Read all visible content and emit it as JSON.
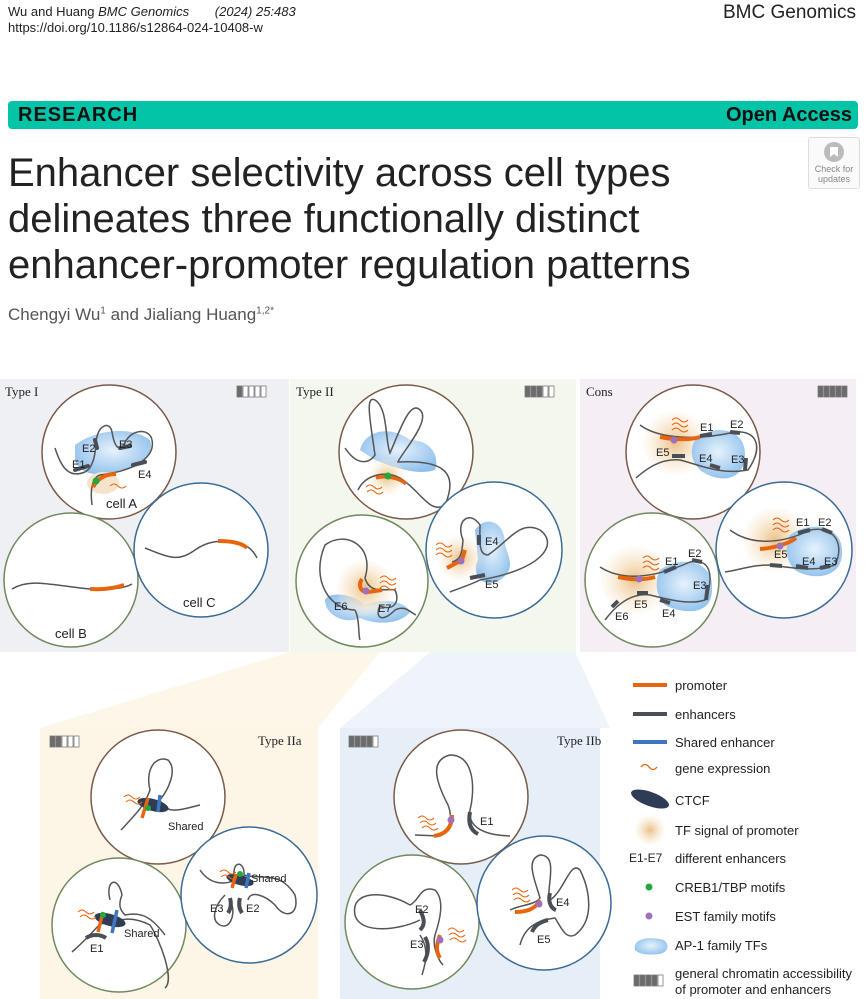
{
  "header": {
    "authors_short": "Wu and Huang",
    "journal": "BMC Genomics",
    "citation": "(2024) 25:483",
    "doi": "https://doi.org/10.1186/s12864-024-10408-w",
    "brand": "BMC Genomics"
  },
  "banner": {
    "section": "RESEARCH",
    "access": "Open Access"
  },
  "badge": {
    "line1": "Check for",
    "line2": "updates"
  },
  "title_lines": [
    "Enhancer selectivity across cell types",
    "delineates three functionally distinct",
    "enhancer-promoter regulation patterns"
  ],
  "authors": {
    "a1": "Chengyi Wu",
    "a1_sup": "1",
    "connector": "and",
    "a2": "Jialiang Huang",
    "a2_sup": "1,2*"
  },
  "figure": {
    "type1": {
      "title": "Type I",
      "accessibility_filled": 1,
      "accessibility_total": 5,
      "cells": [
        "cell A",
        "cell B",
        "cell C"
      ],
      "enhancers": [
        "E1",
        "E2",
        "E3",
        "E4"
      ]
    },
    "type2": {
      "title": "Type II",
      "accessibility_filled": 3,
      "accessibility_total": 5,
      "enhancers": [
        "E4",
        "E5",
        "E6",
        "E7"
      ]
    },
    "cons": {
      "title": "Cons",
      "accessibility_filled": 5,
      "accessibility_total": 5,
      "enhancers": [
        "E1",
        "E2",
        "E3",
        "E4",
        "E5",
        "E6"
      ]
    },
    "type2a": {
      "title": "Type IIa",
      "accessibility_filled": 2,
      "accessibility_total": 5,
      "shared": "Shared",
      "enhancers": [
        "E1",
        "E2",
        "E3"
      ]
    },
    "type2b": {
      "title": "Type IIb",
      "accessibility_filled": 4,
      "accessibility_total": 5,
      "enhancers": [
        "E1",
        "E2",
        "E3",
        "E4",
        "E5"
      ]
    }
  },
  "legend": [
    {
      "icon": "promoter-line-icon",
      "label": "promoter"
    },
    {
      "icon": "enhancer-line-icon",
      "label": "enhancers"
    },
    {
      "icon": "shared-enhancer-line-icon",
      "label": "Shared enhancer"
    },
    {
      "icon": "gene-expression-wave-icon",
      "label": "gene expression"
    },
    {
      "icon": "ctcf-ellipse-icon",
      "label": "CTCF"
    },
    {
      "icon": "tf-signal-glow-icon",
      "label": "TF signal of promoter"
    },
    {
      "icon": "enhancer-range-text",
      "symbol": "E1-E7",
      "label": "different enhancers"
    },
    {
      "icon": "green-dot-icon",
      "label": "CREB1/TBP motifs"
    },
    {
      "icon": "purple-dot-icon",
      "label": "EST family motifs"
    },
    {
      "icon": "ap1-blob-icon",
      "label": "AP-1 family TFs"
    },
    {
      "icon": "accessibility-bar-icon",
      "label": "general chromatin accessibility",
      "label2": "of promoter and enhancers"
    }
  ],
  "colors": {
    "banner": "#03c4a7",
    "promoter": "#e8650e",
    "enhancer": "#4a4f57",
    "shared": "#3f76c0",
    "ctcf": "#2e3d55",
    "creb": "#22a93a",
    "est": "#a070b8",
    "ap1": "#a8cdef",
    "cellA": "#7a5a48",
    "cellB": "#6f8a5e",
    "cellC": "#3b6a96"
  }
}
